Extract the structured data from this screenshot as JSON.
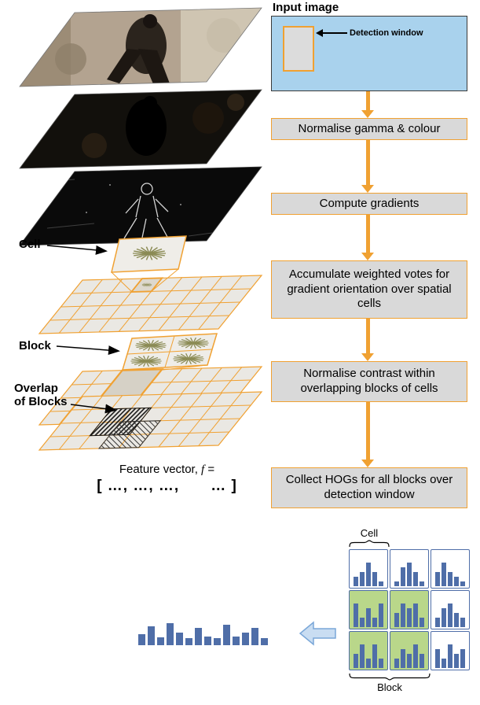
{
  "colors": {
    "orange": "#f0a132",
    "step_box_fill": "#d9d9d9",
    "input_panel_fill": "#a9d2ed",
    "histogram_blue": "#4f6ea8",
    "block_green": "#b9d78a",
    "big_arrow_fill": "#c9ddf2"
  },
  "flowchart": {
    "title": "Input image",
    "detection_window_label": "Detection window",
    "steps": [
      {
        "label": "Normalise gamma & colour"
      },
      {
        "label": "Compute gradients"
      },
      {
        "label": "Accumulate weighted votes for gradient orientation over spatial cells"
      },
      {
        "label": "Normalise contrast within overlapping blocks of cells"
      },
      {
        "label": "Collect HOGs for all blocks over detection window"
      }
    ]
  },
  "left": {
    "cell_label": "Cell",
    "block_label": "Block",
    "overlap_label_line1": "Overlap",
    "overlap_label_line2": "of Blocks",
    "feature_vector": {
      "prefix": "Feature vector, ",
      "symbol": "f",
      "suffix": " =",
      "value": "[ …, …, …,  … ]"
    }
  },
  "bottom": {
    "cell_label": "Cell",
    "block_label": "Block",
    "main_histogram": [
      14,
      24,
      10,
      28,
      16,
      9,
      22,
      11,
      9,
      26,
      11,
      16,
      22,
      9
    ],
    "cells": [
      [
        2,
        3,
        5,
        3,
        1
      ],
      [
        1,
        4,
        5,
        3,
        1
      ],
      [
        3,
        5,
        3,
        2,
        1
      ],
      [
        5,
        2,
        4,
        2,
        5
      ],
      [
        3,
        5,
        4,
        5,
        2
      ],
      [
        2,
        4,
        5,
        3,
        2
      ],
      [
        3,
        5,
        2,
        5,
        2
      ],
      [
        2,
        4,
        3,
        5,
        3
      ],
      [
        4,
        2,
        5,
        3,
        4
      ]
    ],
    "green_cells": [
      3,
      4,
      6,
      7
    ]
  }
}
